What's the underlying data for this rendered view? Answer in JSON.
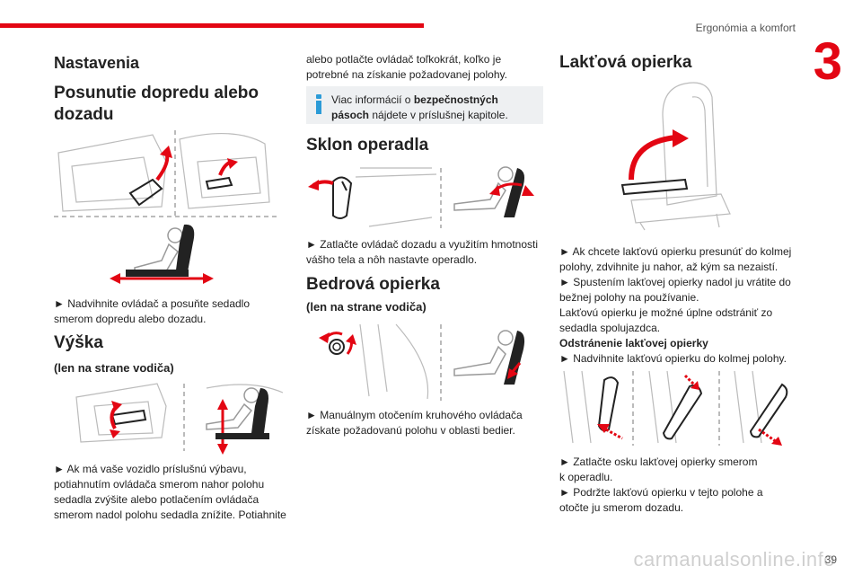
{
  "header": {
    "chapter_title": "Ergonómia a komfort",
    "chapter_number": "3"
  },
  "footer": {
    "page_number": "39",
    "watermark": "carmanualsonline.info"
  },
  "col1": {
    "h_nastavenia": "Nastavenia",
    "h_posunutie_l1": "Posunutie dopredu alebo",
    "h_posunutie_l2": "dozadu",
    "p_posunutie_l1": "► Nadvihnite ovládač a posuňte sedadlo",
    "p_posunutie_l2": "smerom dopredu alebo dozadu.",
    "h_vyska": "Výška",
    "sub_vyska": "(len na strane vodiča)",
    "p_vyska_l1": "► Ak má vaše vozidlo príslušnú výbavu,",
    "p_vyska_l2": "potiahnutím ovládača smerom nahor polohu",
    "p_vyska_l3": "sedadla zvýšite alebo potlačením ovládača",
    "p_vyska_l4": "smerom nadol polohu sedadla znížite. Potiahnite"
  },
  "col2": {
    "p_cont_l1": "alebo potlačte ovládač toľkokrát, koľko je",
    "p_cont_l2": "potrebné na získanie požadovanej polohy.",
    "info_pre": "Viac informácií o ",
    "info_bold1": "bezpečnostných",
    "info_bold2": "pásoch",
    "info_post": " nájdete v príslušnej kapitole.",
    "h_sklon": "Sklon operadla",
    "p_sklon_l1": "► Zatlačte ovládač dozadu a využitím hmotnosti",
    "p_sklon_l2": "vášho tela a nôh nastavte operadlo.",
    "h_bedrova": "Bedrová opierka",
    "sub_bedrova": "(len na strane vodiča)",
    "p_bedrova_l1": "► Manuálnym otočením kruhového ovládača",
    "p_bedrova_l2": "získate požadovanú polohu v oblasti bedier."
  },
  "col3": {
    "h_laktova": "Lakťová opierka",
    "p1_l1": "► Ak chcete lakťovú opierku presunúť do kolmej",
    "p1_l2": "polohy, zdvihnite ju nahor, až kým sa nezaistí.",
    "p2_l1": "► Spustením lakťovej opierky nadol ju vrátite do",
    "p2_l2": "bežnej polohy na používanie.",
    "p3_l1": "Lakťovú opierku je možné úplne odstrániť zo",
    "p3_l2": "sedadla spolujazdca.",
    "sub_odstranenie": "Odstránenie lakťovej opierky",
    "p4_l1": "► Nadvihnite lakťovú opierku do kolmej polohy.",
    "p5_l1": "► Zatlačte osku lakťovej opierky smerom",
    "p5_l2": "k operadlu.",
    "p6_l1": "► Podržte lakťovú opierku v tejto polohe a",
    "p6_l2": "otočte ju smerom dozadu."
  },
  "colors": {
    "accent": "#e30613",
    "info": "#2b9bd7",
    "info_bg": "#eef0f2"
  }
}
